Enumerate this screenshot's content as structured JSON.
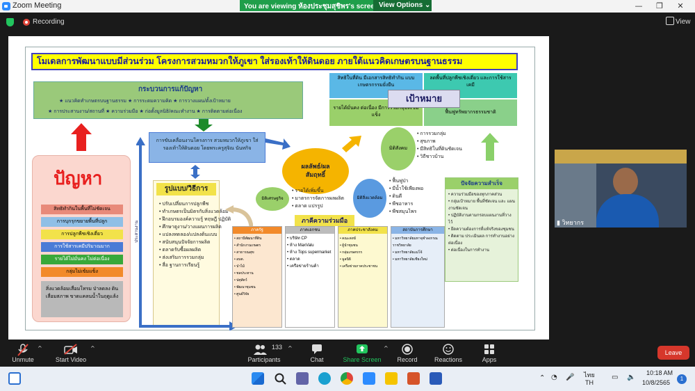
{
  "window": {
    "title": "Zoom Meeting"
  },
  "banner": {
    "message": "You are viewing ห้องประชุมสุชิพร's screen",
    "view_options": "View Options"
  },
  "meeting": {
    "recording_label": "Recording",
    "view_label": "View"
  },
  "slide": {
    "title": "โมเดลการพัฒนาแบบมีส่วนร่วม โครงการสวมหมวกให้ภูเขา ใส่รองเท้าให้ดินดอย ภายใต้แนวคิดเกษตรบนฐานธรรม",
    "process": {
      "title": "กระบวนการแก้ปัญหา",
      "items": [
        "แนวคิดทำเกษตรบนฐานธรรม",
        "การระดมความคิด",
        "การวางแผน/ตั้งเป้าหมาย",
        "การประสานงาน/สถานที่",
        "ความร่วมมือ",
        "ก่อตั้งมูลนิธิ/คณะทำงาน",
        "การติดตามต่อเนื่อง"
      ]
    },
    "problem": {
      "title": "ปัญหา",
      "items": [
        "สิทธิทำกินในพื้นที่ไม่ชัดเจน",
        "การบุกรุกขยายพื้นที่ปลูก",
        "การปลูกพืชเชิงเดี่ยว",
        "การใช้สารเคมีปริมาณมาก",
        "รายได้ไม่มั่นคง ไม่ต่อเนื่อง",
        "กลุ่มไม่เข้มแข็ง"
      ],
      "env": "สิ่งแวดล้อมเสื่อมโทรม ป่าลดลง ดินเสื่อมสภาพ ขาดแคลนน้ำในฤดูแล้ง"
    },
    "drive": "การขับเคลื่อนงานโครงการ สวมหมวกให้ภูเขา ใส่รองเท้าให้ดินดอย โดยพระครูสุจิณ นันทกิจ",
    "methods": {
      "title": "รูปแบบ/วิธีการ",
      "items": [
        "ปรับเปลี่ยนการปลูกพืช",
        "ทำเกษตรเป็นมิตรกับสิ่งแวดล้อม",
        "ฝึกอบรมองค์ความรู้ ทฤษฎี ปฏิบัติ",
        "ศึกษาดูงาน/วางแผนการผลิต",
        "แปลงทดลอง/แปลงต้นแบบ",
        "สนับสนุนปัจจัยการผลิต",
        "ตลาดรับซื้อผลผลิต",
        "ส่งเสริมการรวมกลุ่ม",
        "สื่อ ฐานการเรียนรู้"
      ]
    },
    "side_arrow_label": "ประสานงาน",
    "result": "ผลลัพธ์/ผลสัมฤทธิ์",
    "goal": {
      "label": "เป้าหมาย",
      "cells": [
        "สิทธิในที่ดิน มีเอกสารสิทธิทำกิน แบบเกษตรกรรมยั่งยืน",
        "ลดพื้นที่ปลูกพืชเชิงเดี่ยว และการใช้สารเคมี",
        "รายได้มั่นคง ต่อเนื่อง มีการรวมกลุ่มที่เข้มแข็ง",
        "ฟื้นฟูทรัพยากรธรรมชาติ"
      ]
    },
    "social": {
      "label": "มิติสังคม",
      "items": [
        "การรวมกลุ่ม",
        "สุขภาพ",
        "มีสิทธิในที่ดินชัดเจน",
        "วิถีชาวบ้าน"
      ]
    },
    "econ": {
      "label": "มิติเศรษฐกิจ",
      "items": [
        "รายได้เพิ่มขึ้น",
        "มาตรการจัดการผลผลิต",
        "ตลาด แปรรูป"
      ]
    },
    "envd": {
      "label": "มิติสิ่งแวดล้อม",
      "items": [
        "ฟื้นฟูป่า",
        "มีน้ำใช้เพียงพอ",
        "ดินดี",
        "พืชอาหาร",
        "พืชสมุนไพร"
      ]
    },
    "partners": {
      "label": "ภาคีความร่วมมือ",
      "cols": [
        {
          "head": "ภาครัฐ",
          "items": [
            "สถานีพัฒนาที่ดิน",
            "สำนักงานเกษตร",
            "สาธารณสุข",
            "อบต.",
            "ป่าไม้",
            "ชลประทาน",
            "ปศุสัตว์",
            "พัฒนาชุมชน",
            "ศูนย์วิจัย"
          ]
        },
        {
          "head": "ภาคเอกชน",
          "items": [
            "บริษัท CP",
            "ห้าง MaxValu",
            "ห้าง Tops supermarket",
            "ตลาด",
            "เครือข่ายร้านค้า"
          ]
        },
        {
          "head": "ภาคประชาสังคม",
          "items": [
            "คณะสงฆ์",
            "ผู้นำชุมชน",
            "กลุ่มเกษตรกร",
            "มูลนิธิ",
            "เครือข่ายภาคประชาชน"
          ]
        },
        {
          "head": "สถาบันการศึกษา",
          "items": [
            "มหาวิทยาลัยมหาจุฬาลงกรณราชวิทยาลัย",
            "มหาวิทยาลัยแม่โจ้",
            "มหาวิทยาลัยเชียงใหม่"
          ]
        }
      ]
    },
    "success": {
      "title": "ปัจจัยความสำเร็จ",
      "items": [
        "ความร่วมมือของทุกภาคส่วน",
        "กลุ่มเป้าหมาย พื้นที่ชัดเจน และ แผนงานชัดเจน",
        "ปฏิบัติงานตามกรอบแผนงานที่วางไว้",
        "ยึดความต้องการที่แท้จริงของชุมชน",
        "ติดตาม ประเมินผล การทำงานอย่างต่อเนื่อง",
        "ต่อเนื่องในการทำงาน"
      ]
    }
  },
  "participant": {
    "name": "วิทยากร"
  },
  "toolbar": {
    "unmute": "Unmute",
    "start_video": "Start Video",
    "participants": "Participants",
    "participants_count": "133",
    "chat": "Chat",
    "share": "Share Screen",
    "record": "Record",
    "reactions": "Reactions",
    "apps": "Apps",
    "leave": "Leave"
  },
  "tray": {
    "lang": "ไทย",
    "lang2": "TH",
    "time": "10:18 AM",
    "date": "10/8/2565",
    "notif": "1"
  },
  "colors": {
    "accent": "#2d8cff",
    "banner": "#1f9e4a",
    "leave": "#d6372b",
    "share": "#22c55e"
  }
}
